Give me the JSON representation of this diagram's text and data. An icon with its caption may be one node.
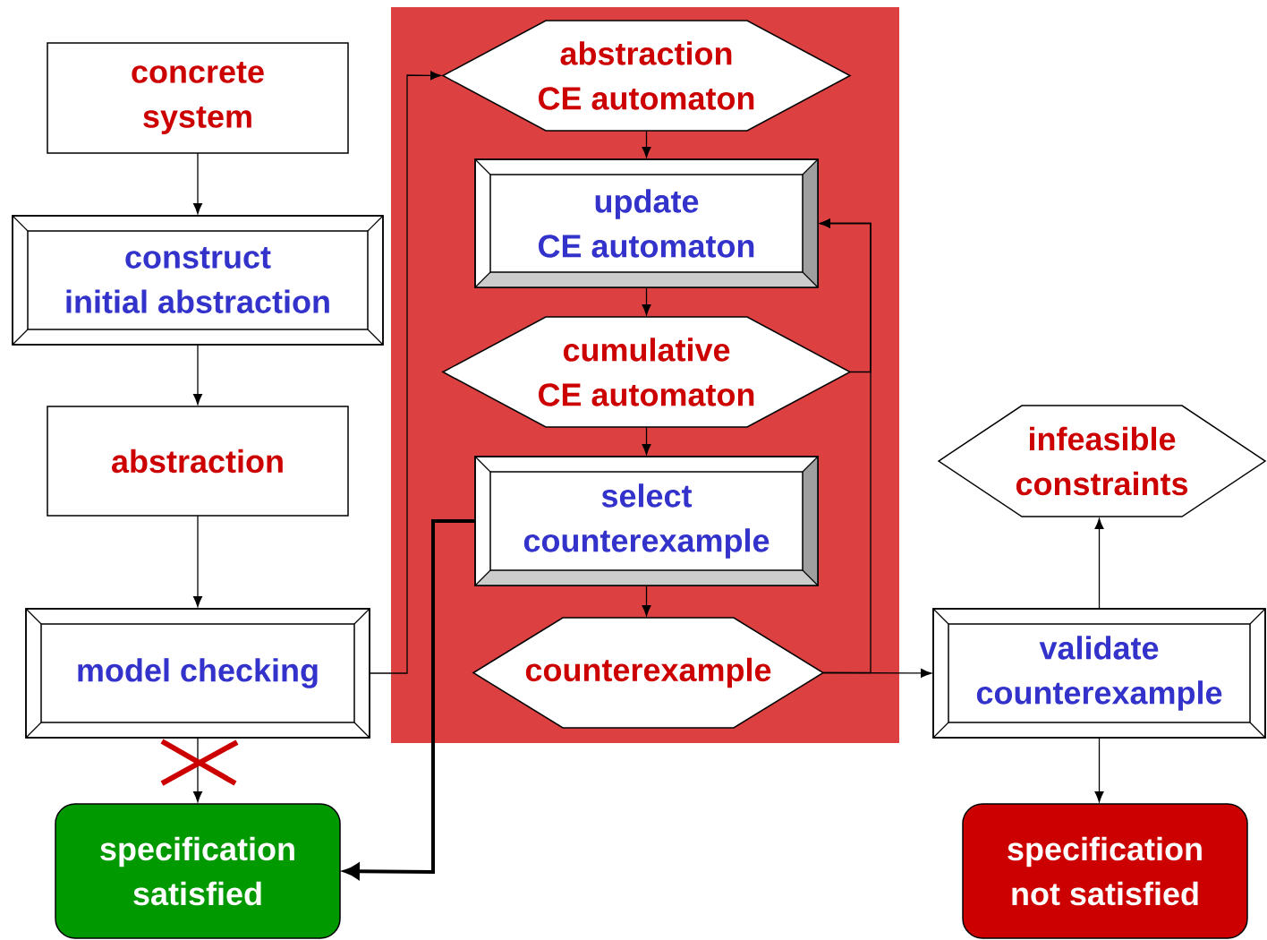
{
  "diagram": {
    "nodes": [
      {
        "text": [],
        "shape": "box"
      },
      {
        "text": [
          "concrete system"
        ]
      },
      {
        "text": [
          "construct initial abstraction"
        ]
      },
      {
        "text": [
          "abstraction"
        ]
      },
      {
        "text": [
          "model checking"
        ]
      },
      {
        "text": [
          "specification satisfied"
        ]
      },
      {
        "text": [
          "abstraction CE automaton"
        ],
        "in": 0
      },
      {
        "text": [
          "update CE automaton"
        ],
        "in": 0
      },
      {
        "text": [
          "cumulative CE automaton"
        ],
        "in": 0
      },
      {
        "text": [
          "select counterexample"
        ],
        "in": 0
      },
      {
        "text": [
          "counterexample"
        ],
        "in": 0
      },
      {
        "text": [
          "infeasible constraints"
        ]
      },
      {
        "text": [
          "validate counterexample"
        ]
      },
      {
        "text": [
          "specification not satisfied"
        ]
      }
    ],
    "edges": [
      {
        "from": 1,
        "to": 2,
        "arrow": "to"
      },
      {
        "from": 2,
        "to": 3,
        "arrow": "to"
      },
      {
        "from": 3,
        "to": 4,
        "arrow": "to"
      },
      {
        "from": 4,
        "to": 5,
        "arrow": "to"
      },
      {
        "from": 4,
        "to": 6,
        "arrow": "to"
      },
      {
        "from": 6,
        "to": 7,
        "arrow": "to"
      },
      {
        "from": 7,
        "to": 8,
        "arrow": "to"
      },
      {
        "from": 8,
        "to": 9,
        "arrow": "to"
      },
      {
        "from": 9,
        "to": 10,
        "arrow": "to"
      },
      {
        "from": 10,
        "to": 12,
        "arrow": "to"
      },
      {
        "from": 12,
        "to": 11,
        "arrow": "to"
      },
      {
        "from": 12,
        "to": 13,
        "arrow": "to"
      },
      {
        "from": 9,
        "to": 5,
        "arrow": "to",
        "style": "thick"
      },
      {
        "from": 10,
        "to": 7,
        "arrow": "to"
      },
      {
        "from": 8,
        "to": 7,
        "arrow": "to"
      }
    ]
  }
}
